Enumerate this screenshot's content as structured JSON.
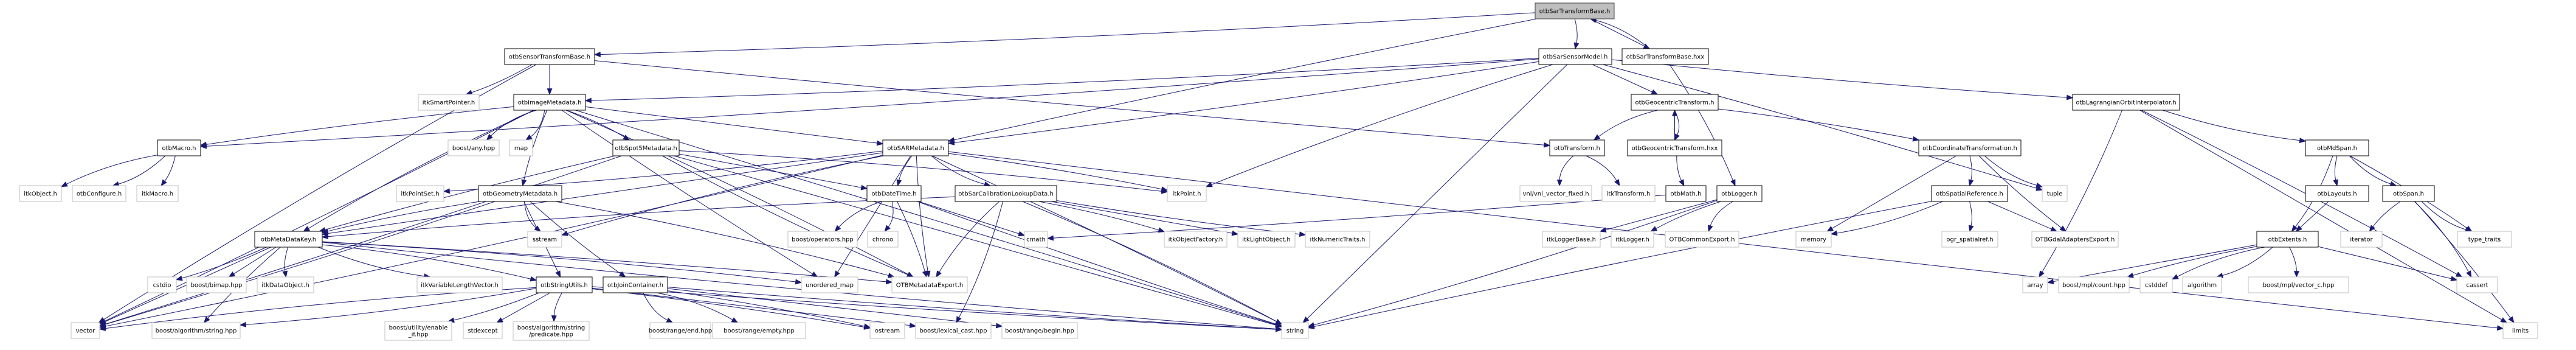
{
  "graph": {
    "title": "otbSarTransformBase.h include dependency graph",
    "colors": {
      "edge": "#191970",
      "root_fill": "#bfbfbf",
      "local_border": "#000000",
      "external_border": "#bfbfbf"
    },
    "nodes": [
      {
        "id": "otbSarTransformBase_h",
        "label": "otbSarTransformBase.h",
        "kind": "root"
      },
      {
        "id": "otbSensorTransformBase_h",
        "label": "otbSensorTransformBase.h",
        "kind": "local"
      },
      {
        "id": "otbSarSensorModel_h",
        "label": "otbSarSensorModel.h",
        "kind": "local"
      },
      {
        "id": "otbSarTransformBase_hxx",
        "label": "otbSarTransformBase.hxx",
        "kind": "local"
      },
      {
        "id": "itkSmartPointer_h",
        "label": "itkSmartPointer.h",
        "kind": "external"
      },
      {
        "id": "otbImageMetadata_h",
        "label": "otbImageMetadata.h",
        "kind": "local"
      },
      {
        "id": "otbGeocentricTransform_h",
        "label": "otbGeocentricTransform.h",
        "kind": "local"
      },
      {
        "id": "otbLagrangianOrbitInterpolator_h",
        "label": "otbLagrangianOrbitInterpolator.h",
        "kind": "local"
      },
      {
        "id": "otbMacro_h",
        "label": "otbMacro.h",
        "kind": "local"
      },
      {
        "id": "boost_any_hpp",
        "label": "boost/any.hpp",
        "kind": "external"
      },
      {
        "id": "map",
        "label": "map",
        "kind": "external"
      },
      {
        "id": "otbSpot5Metadata_h",
        "label": "otbSpot5Metadata.h",
        "kind": "local"
      },
      {
        "id": "otbSARMetadata_h",
        "label": "otbSARMetadata.h",
        "kind": "local"
      },
      {
        "id": "otbTransform_h",
        "label": "otbTransform.h",
        "kind": "local"
      },
      {
        "id": "otbGeocentricTransform_hxx",
        "label": "otbGeocentricTransform.hxx",
        "kind": "local"
      },
      {
        "id": "otbCoordinateTransformation_h",
        "label": "otbCoordinateTransformation.h",
        "kind": "local"
      },
      {
        "id": "otbMdSpan_h",
        "label": "otbMdSpan.h",
        "kind": "local"
      },
      {
        "id": "itkObject_h",
        "label": "itkObject.h",
        "kind": "external"
      },
      {
        "id": "otbConfigure_h",
        "label": "otbConfigure.h",
        "kind": "external"
      },
      {
        "id": "itkMacro_h",
        "label": "itkMacro.h",
        "kind": "external"
      },
      {
        "id": "itkPointSet_h",
        "label": "itkPointSet.h",
        "kind": "external"
      },
      {
        "id": "otbGeometryMetadata_h",
        "label": "otbGeometryMetadata.h",
        "kind": "local"
      },
      {
        "id": "sstream",
        "label": "sstream",
        "kind": "external"
      },
      {
        "id": "otbDateTime_h",
        "label": "otbDateTime.h",
        "kind": "local"
      },
      {
        "id": "otbSarCalibrationLookupData_h",
        "label": "otbSarCalibrationLookupData.h",
        "kind": "local"
      },
      {
        "id": "itkPoint_h",
        "label": "itkPoint.h",
        "kind": "external"
      },
      {
        "id": "vnl_vector_fixed_h",
        "label": "vnl/vnl_vector_fixed.h",
        "kind": "external"
      },
      {
        "id": "itkTransform_h",
        "label": "itkTransform.h",
        "kind": "external"
      },
      {
        "id": "otbMath_h",
        "label": "otbMath.h",
        "kind": "local"
      },
      {
        "id": "otbLogger_h",
        "label": "otbLogger.h",
        "kind": "local"
      },
      {
        "id": "otbSpatialReference_h",
        "label": "otbSpatialReference.h",
        "kind": "local"
      },
      {
        "id": "tuple",
        "label": "tuple",
        "kind": "external"
      },
      {
        "id": "otbLayouts_h",
        "label": "otbLayouts.h",
        "kind": "local"
      },
      {
        "id": "otbSpan_h",
        "label": "otbSpan.h",
        "kind": "local"
      },
      {
        "id": "otbMetaDataKey_h",
        "label": "otbMetaDataKey.h",
        "kind": "local"
      },
      {
        "id": "boost_operators_hpp",
        "label": "boost/operators.hpp",
        "kind": "external"
      },
      {
        "id": "chrono",
        "label": "chrono",
        "kind": "external"
      },
      {
        "id": "cmath",
        "label": "cmath",
        "kind": "external"
      },
      {
        "id": "itkObjectFactory_h",
        "label": "itkObjectFactory.h",
        "kind": "external"
      },
      {
        "id": "itkLightObject_h",
        "label": "itkLightObject.h",
        "kind": "external"
      },
      {
        "id": "itkNumericTraits_h",
        "label": "itkNumericTraits.h",
        "kind": "external"
      },
      {
        "id": "itkLoggerBase_h",
        "label": "itkLoggerBase.h",
        "kind": "external"
      },
      {
        "id": "itkLogger_h",
        "label": "itkLogger.h",
        "kind": "external"
      },
      {
        "id": "OTBCommonExport_h",
        "label": "OTBCommonExport.h",
        "kind": "external"
      },
      {
        "id": "memory",
        "label": "memory",
        "kind": "external"
      },
      {
        "id": "ogr_spatialref_h",
        "label": "ogr_spatialref.h",
        "kind": "external"
      },
      {
        "id": "OTBGdalAdaptersExport_h",
        "label": "OTBGdalAdaptersExport.h",
        "kind": "external"
      },
      {
        "id": "otbExtents_h",
        "label": "otbExtents.h",
        "kind": "local"
      },
      {
        "id": "iterator",
        "label": "iterator",
        "kind": "external"
      },
      {
        "id": "type_traits",
        "label": "type_traits",
        "kind": "external"
      },
      {
        "id": "cstdio",
        "label": "cstdio",
        "kind": "external"
      },
      {
        "id": "boost_bimap_hpp",
        "label": "boost/bimap.hpp",
        "kind": "external"
      },
      {
        "id": "itkDataObject_h",
        "label": "itkDataObject.h",
        "kind": "external"
      },
      {
        "id": "itkVariableLengthVector_h",
        "label": "itkVariableLengthVector.h",
        "kind": "external"
      },
      {
        "id": "otbStringUtils_h",
        "label": "otbStringUtils.h",
        "kind": "local"
      },
      {
        "id": "otbJoinContainer_h",
        "label": "otbJoinContainer.h",
        "kind": "local"
      },
      {
        "id": "unordered_map",
        "label": "unordered_map",
        "kind": "external"
      },
      {
        "id": "OTBMetadataExport_h",
        "label": "OTBMetadataExport.h",
        "kind": "external"
      },
      {
        "id": "array",
        "label": "array",
        "kind": "external"
      },
      {
        "id": "boost_mpl_count_hpp",
        "label": "boost/mpl/count.hpp",
        "kind": "external"
      },
      {
        "id": "cstddef",
        "label": "cstddef",
        "kind": "external"
      },
      {
        "id": "algorithm",
        "label": "algorithm",
        "kind": "external"
      },
      {
        "id": "boost_mpl_vector_c_hpp",
        "label": "boost/mpl/vector_c.hpp",
        "kind": "external"
      },
      {
        "id": "cassert",
        "label": "cassert",
        "kind": "external"
      },
      {
        "id": "vector",
        "label": "vector",
        "kind": "external"
      },
      {
        "id": "boost_algorithm_string_hpp",
        "label": "boost/algorithm/string.hpp",
        "kind": "external"
      },
      {
        "id": "boost_utility_enable_if_hpp",
        "label": "boost/utility/enable_if.hpp",
        "label_lines": [
          "boost/utility/enable",
          "_if.hpp"
        ],
        "kind": "external"
      },
      {
        "id": "stdexcept",
        "label": "stdexcept",
        "kind": "external"
      },
      {
        "id": "boost_algorithm_string_predicate_hpp",
        "label": "boost/algorithm/string/predicate.hpp",
        "label_lines": [
          "boost/algorithm/string",
          "/predicate.hpp"
        ],
        "kind": "external"
      },
      {
        "id": "boost_range_end_hpp",
        "label": "boost/range/end.hpp",
        "kind": "external"
      },
      {
        "id": "boost_range_empty_hpp",
        "label": "boost/range/empty.hpp",
        "kind": "external"
      },
      {
        "id": "ostream",
        "label": "ostream",
        "kind": "external"
      },
      {
        "id": "boost_lexical_cast_hpp",
        "label": "boost/lexical_cast.hpp",
        "kind": "external"
      },
      {
        "id": "boost_range_begin_hpp",
        "label": "boost/range/begin.hpp",
        "kind": "external"
      },
      {
        "id": "string",
        "label": "string",
        "kind": "external"
      },
      {
        "id": "limits",
        "label": "limits",
        "kind": "external"
      }
    ],
    "edges": [
      [
        "otbSarTransformBase_h",
        "otbSensorTransformBase_h"
      ],
      [
        "otbSarTransformBase_h",
        "otbSarSensorModel_h"
      ],
      [
        "otbSarTransformBase_h",
        "otbSarTransformBase_hxx"
      ],
      [
        "otbSarTransformBase_h",
        "otbSARMetadata_h"
      ],
      [
        "otbSarTransformBase_hxx",
        "otbSarTransformBase_h"
      ],
      [
        "otbSarTransformBase_hxx",
        "otbLogger_h"
      ],
      [
        "otbSensorTransformBase_h",
        "itkSmartPointer_h"
      ],
      [
        "otbSensorTransformBase_h",
        "otbImageMetadata_h"
      ],
      [
        "otbSensorTransformBase_h",
        "otbTransform_h"
      ],
      [
        "otbSensorTransformBase_h",
        "vector"
      ],
      [
        "otbSarSensorModel_h",
        "otbImageMetadata_h"
      ],
      [
        "otbSarSensorModel_h",
        "otbSARMetadata_h"
      ],
      [
        "otbSarSensorModel_h",
        "otbGeocentricTransform_h"
      ],
      [
        "otbSarSensorModel_h",
        "otbLagrangianOrbitInterpolator_h"
      ],
      [
        "otbSarSensorModel_h",
        "itkPoint_h"
      ],
      [
        "otbSarSensorModel_h",
        "otbMacro_h"
      ],
      [
        "otbSarSensorModel_h",
        "tuple"
      ],
      [
        "otbSarSensorModel_h",
        "string"
      ],
      [
        "otbImageMetadata_h",
        "otbMacro_h"
      ],
      [
        "otbImageMetadata_h",
        "boost_any_hpp"
      ],
      [
        "otbImageMetadata_h",
        "map"
      ],
      [
        "otbImageMetadata_h",
        "otbSpot5Metadata_h"
      ],
      [
        "otbImageMetadata_h",
        "otbSARMetadata_h"
      ],
      [
        "otbImageMetadata_h",
        "otbGeometryMetadata_h"
      ],
      [
        "otbImageMetadata_h",
        "otbMetaDataKey_h"
      ],
      [
        "otbImageMetadata_h",
        "OTBMetadataExport_h"
      ],
      [
        "otbImageMetadata_h",
        "vector"
      ],
      [
        "otbImageMetadata_h",
        "string"
      ],
      [
        "otbImageMetadata_h",
        "unordered_map"
      ],
      [
        "otbMacro_h",
        "itkObject_h"
      ],
      [
        "otbMacro_h",
        "otbConfigure_h"
      ],
      [
        "otbMacro_h",
        "itkMacro_h"
      ],
      [
        "otbSpot5Metadata_h",
        "otbDateTime_h"
      ],
      [
        "otbSpot5Metadata_h",
        "otbMetaDataKey_h"
      ],
      [
        "otbSpot5Metadata_h",
        "OTBMetadataExport_h"
      ],
      [
        "otbSpot5Metadata_h",
        "itkPoint_h"
      ],
      [
        "otbSpot5Metadata_h",
        "vector"
      ],
      [
        "otbSpot5Metadata_h",
        "string"
      ],
      [
        "otbSARMetadata_h",
        "otbDateTime_h"
      ],
      [
        "otbSARMetadata_h",
        "otbSarCalibrationLookupData_h"
      ],
      [
        "otbSARMetadata_h",
        "itkPointSet_h"
      ],
      [
        "otbSARMetadata_h",
        "itkPoint_h"
      ],
      [
        "otbSARMetadata_h",
        "otbMetaDataKey_h"
      ],
      [
        "otbSARMetadata_h",
        "OTBMetadataExport_h"
      ],
      [
        "otbSARMetadata_h",
        "sstream"
      ],
      [
        "otbSARMetadata_h",
        "vector"
      ],
      [
        "otbSARMetadata_h",
        "string"
      ],
      [
        "otbSARMetadata_h",
        "unordered_map"
      ],
      [
        "otbGeometryMetadata_h",
        "otbMetaDataKey_h"
      ],
      [
        "otbGeometryMetadata_h",
        "sstream"
      ],
      [
        "otbGeometryMetadata_h",
        "OTBMetadataExport_h"
      ],
      [
        "otbGeometryMetadata_h",
        "vector"
      ],
      [
        "otbGeometryMetadata_h",
        "otbStringUtils_h"
      ],
      [
        "otbGeometryMetadata_h",
        "otbJoinContainer_h"
      ],
      [
        "otbDateTime_h",
        "boost_operators_hpp"
      ],
      [
        "otbDateTime_h",
        "chrono"
      ],
      [
        "otbDateTime_h",
        "OTBMetadataExport_h"
      ],
      [
        "otbDateTime_h",
        "cmath"
      ],
      [
        "otbDateTime_h",
        "string"
      ],
      [
        "otbSarCalibrationLookupData_h",
        "OTBMetadataExport_h"
      ],
      [
        "otbSarCalibrationLookupData_h",
        "boost_lexical_cast_hpp"
      ],
      [
        "otbSarCalibrationLookupData_h",
        "itkObjectFactory_h"
      ],
      [
        "otbSarCalibrationLookupData_h",
        "itkLightObject_h"
      ],
      [
        "otbSarCalibrationLookupData_h",
        "itkNumericTraits_h"
      ],
      [
        "otbSarCalibrationLookupData_h",
        "otbMetaDataKey_h"
      ],
      [
        "otbSarCalibrationLookupData_h",
        "string"
      ],
      [
        "otbMetaDataKey_h",
        "cstdio"
      ],
      [
        "otbMetaDataKey_h",
        "boost_bimap_hpp"
      ],
      [
        "otbMetaDataKey_h",
        "itkDataObject_h"
      ],
      [
        "otbMetaDataKey_h",
        "itkVariableLengthVector_h"
      ],
      [
        "otbMetaDataKey_h",
        "otbStringUtils_h"
      ],
      [
        "otbMetaDataKey_h",
        "OTBMetadataExport_h"
      ],
      [
        "otbMetaDataKey_h",
        "vector"
      ],
      [
        "otbMetaDataKey_h",
        "boost_algorithm_string_hpp"
      ],
      [
        "otbMetaDataKey_h",
        "string"
      ],
      [
        "otbMetaDataKey_h",
        "unordered_map"
      ],
      [
        "otbStringUtils_h",
        "boost_utility_enable_if_hpp"
      ],
      [
        "otbStringUtils_h",
        "stdexcept"
      ],
      [
        "otbStringUtils_h",
        "boost_algorithm_string_predicate_hpp"
      ],
      [
        "otbStringUtils_h",
        "vector"
      ],
      [
        "otbStringUtils_h",
        "boost_algorithm_string_hpp"
      ],
      [
        "otbStringUtils_h",
        "ostream"
      ],
      [
        "otbStringUtils_h",
        "boost_lexical_cast_hpp"
      ],
      [
        "otbStringUtils_h",
        "string"
      ],
      [
        "otbJoinContainer_h",
        "boost_range_end_hpp"
      ],
      [
        "otbJoinContainer_h",
        "boost_range_empty_hpp"
      ],
      [
        "otbJoinContainer_h",
        "ostream"
      ],
      [
        "otbJoinContainer_h",
        "boost_range_begin_hpp"
      ],
      [
        "otbJoinContainer_h",
        "string"
      ],
      [
        "otbGeocentricTransform_h",
        "otbTransform_h"
      ],
      [
        "otbGeocentricTransform_h",
        "otbGeocentricTransform_hxx"
      ],
      [
        "otbGeocentricTransform_h",
        "otbCoordinateTransformation_h"
      ],
      [
        "otbGeocentricTransform_hxx",
        "otbGeocentricTransform_h"
      ],
      [
        "otbGeocentricTransform_hxx",
        "otbMath_h"
      ],
      [
        "otbTransform_h",
        "vnl_vector_fixed_h"
      ],
      [
        "otbTransform_h",
        "itkTransform_h"
      ],
      [
        "otbMath_h",
        "cmath"
      ],
      [
        "otbLogger_h",
        "itkLoggerBase_h"
      ],
      [
        "otbLogger_h",
        "itkLogger_h"
      ],
      [
        "otbLogger_h",
        "OTBCommonExport_h"
      ],
      [
        "otbLogger_h",
        "string"
      ],
      [
        "otbCoordinateTransformation_h",
        "otbSpatialReference_h"
      ],
      [
        "otbCoordinateTransformation_h",
        "memory"
      ],
      [
        "otbCoordinateTransformation_h",
        "OTBGdalAdaptersExport_h"
      ],
      [
        "otbCoordinateTransformation_h",
        "tuple"
      ],
      [
        "otbSpatialReference_h",
        "memory"
      ],
      [
        "otbSpatialReference_h",
        "ogr_spatialref_h"
      ],
      [
        "otbSpatialReference_h",
        "OTBGdalAdaptersExport_h"
      ],
      [
        "otbSpatialReference_h",
        "string"
      ],
      [
        "otbLagrangianOrbitInterpolator_h",
        "otbMdSpan_h"
      ],
      [
        "otbLagrangianOrbitInterpolator_h",
        "array"
      ],
      [
        "otbLagrangianOrbitInterpolator_h",
        "cassert"
      ],
      [
        "otbLagrangianOrbitInterpolator_h",
        "limits"
      ],
      [
        "otbMdSpan_h",
        "otbLayouts_h"
      ],
      [
        "otbMdSpan_h",
        "otbSpan_h"
      ],
      [
        "otbMdSpan_h",
        "otbExtents_h"
      ],
      [
        "otbMdSpan_h",
        "type_traits"
      ],
      [
        "otbLayouts_h",
        "otbExtents_h"
      ],
      [
        "otbSpan_h",
        "iterator"
      ],
      [
        "otbSpan_h",
        "type_traits"
      ],
      [
        "otbSpan_h",
        "cassert"
      ],
      [
        "otbSpan_h",
        "limits"
      ],
      [
        "otbExtents_h",
        "array"
      ],
      [
        "otbExtents_h",
        "boost_mpl_count_hpp"
      ],
      [
        "otbExtents_h",
        "cstddef"
      ],
      [
        "otbExtents_h",
        "algorithm"
      ],
      [
        "otbExtents_h",
        "boost_mpl_vector_c_hpp"
      ],
      [
        "otbExtents_h",
        "cassert"
      ],
      [
        "otbSARMetadata_h",
        "limits"
      ]
    ]
  }
}
